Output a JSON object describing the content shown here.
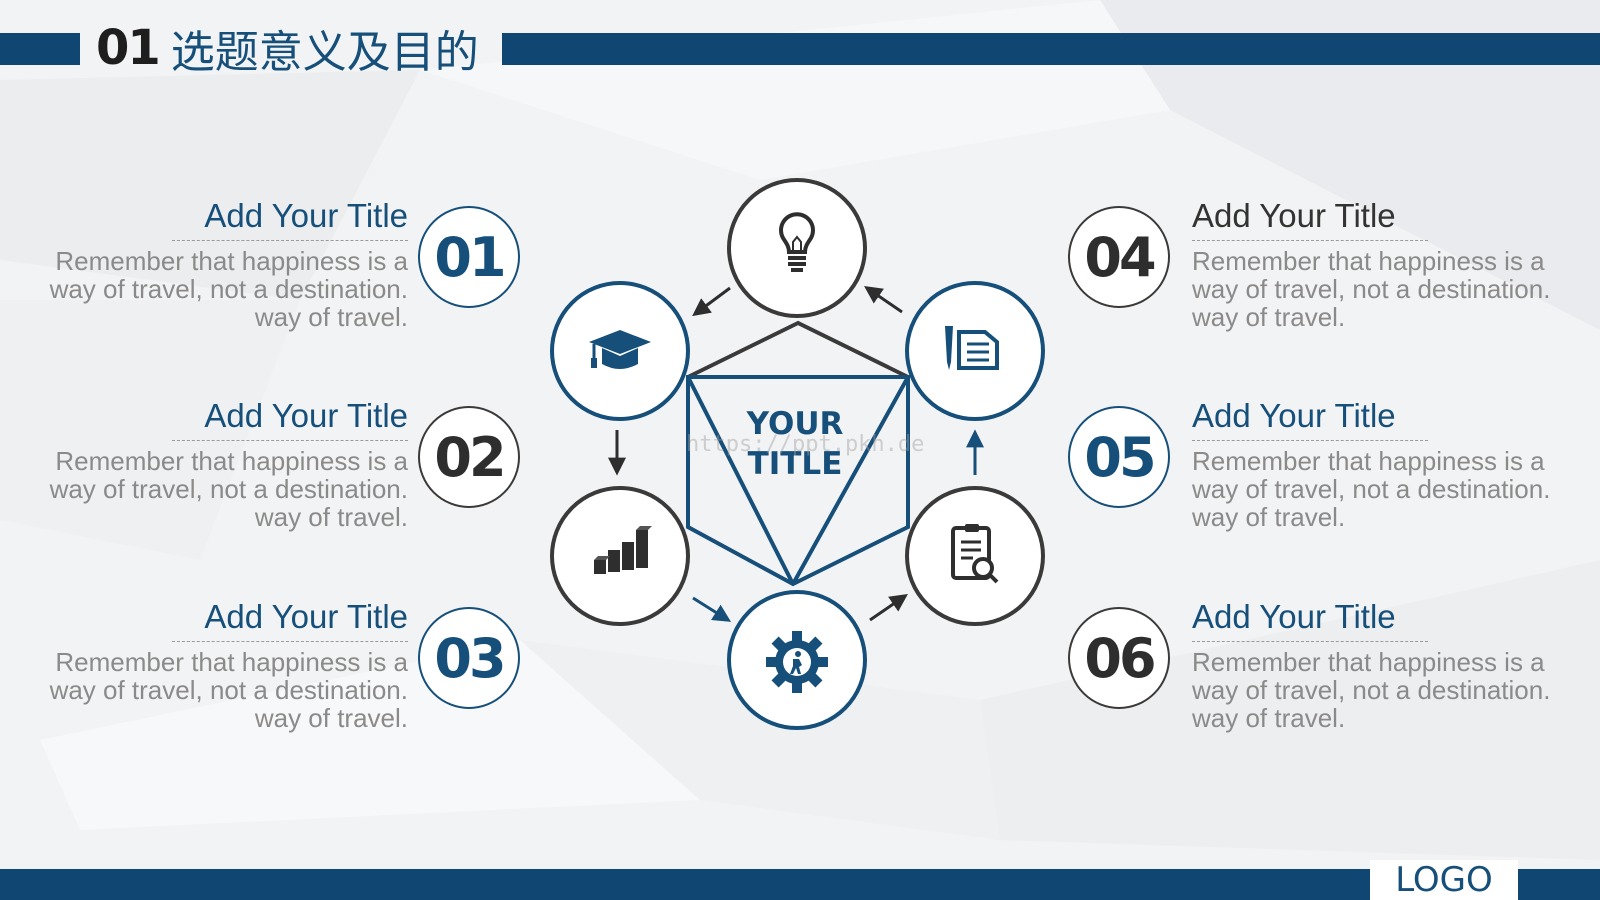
{
  "header": {
    "number": "01",
    "title": "选题意义及目的"
  },
  "colors": {
    "accent": "#164f7a",
    "dark": "#2e2e2e",
    "text_grey": "#8a8a8a",
    "bar": "#0f4672"
  },
  "center": {
    "title_line1": "YOUR",
    "title_line2": "TITLE",
    "watermark": "https://ppt.pkh.de"
  },
  "items": [
    {
      "number": "01",
      "title": "Add Your Title",
      "desc": "Remember that happiness is a\nway of travel, not a destination.\nway of travel.",
      "style": "blue",
      "title_color": "#164f7a"
    },
    {
      "number": "02",
      "title": "Add Your Title",
      "desc": "Remember that happiness is a\nway of travel, not a destination.\nway of travel.",
      "style": "dark",
      "title_color": "#164f7a"
    },
    {
      "number": "03",
      "title": "Add Your Title",
      "desc": "Remember that happiness is a\nway of travel, not a destination.\nway of travel.",
      "style": "blue",
      "title_color": "#164f7a"
    },
    {
      "number": "04",
      "title": "Add Your Title",
      "desc": "Remember that happiness is a\nway of travel, not a destination.\nway of travel.",
      "style": "dark",
      "title_color": "#333333"
    },
    {
      "number": "05",
      "title": "Add Your Title",
      "desc": "Remember that happiness is a\nway of travel, not a destination.\nway of travel.",
      "style": "blue",
      "title_color": "#164f7a"
    },
    {
      "number": "06",
      "title": "Add Your Title",
      "desc": "Remember that happiness is a\nway of travel, not a destination.\nway of travel.",
      "style": "dark",
      "title_color": "#164f7a"
    }
  ],
  "icons": {
    "top": "lightbulb-icon",
    "upper_left": "graduation-cap-icon",
    "lower_left": "bar-chart-icon",
    "bottom": "gear-person-icon",
    "lower_right": "document-search-icon",
    "upper_right": "pen-document-icon"
  },
  "footer": {
    "logo": "LOGO"
  }
}
